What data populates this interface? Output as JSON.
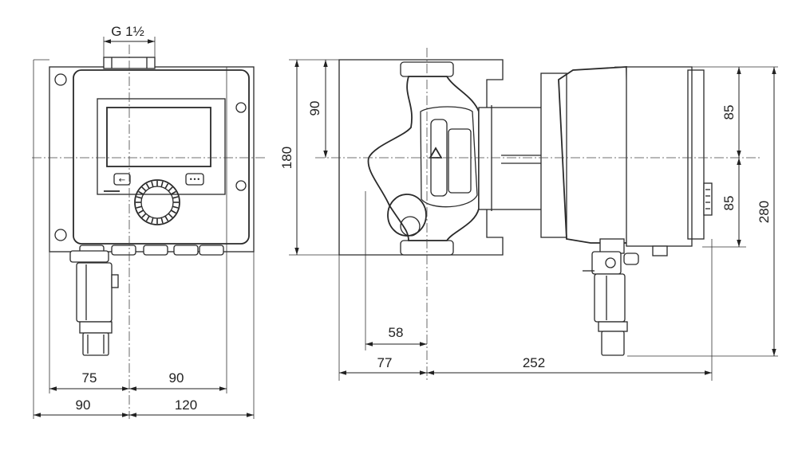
{
  "front_view": {
    "connection_label": "G 1½",
    "dims": {
      "left_to_center": "75",
      "center_to_right": "90",
      "overall_left": "90",
      "overall_right": "120"
    }
  },
  "side_view": {
    "dims": {
      "height_total": "180",
      "height_half": "90",
      "depth_58": "58",
      "depth_77": "77",
      "length_252": "252",
      "motor_top": "85",
      "motor_bottom": "85",
      "overall_height": "280"
    }
  },
  "display_buttons": {
    "back": "←",
    "menu": "•••"
  }
}
